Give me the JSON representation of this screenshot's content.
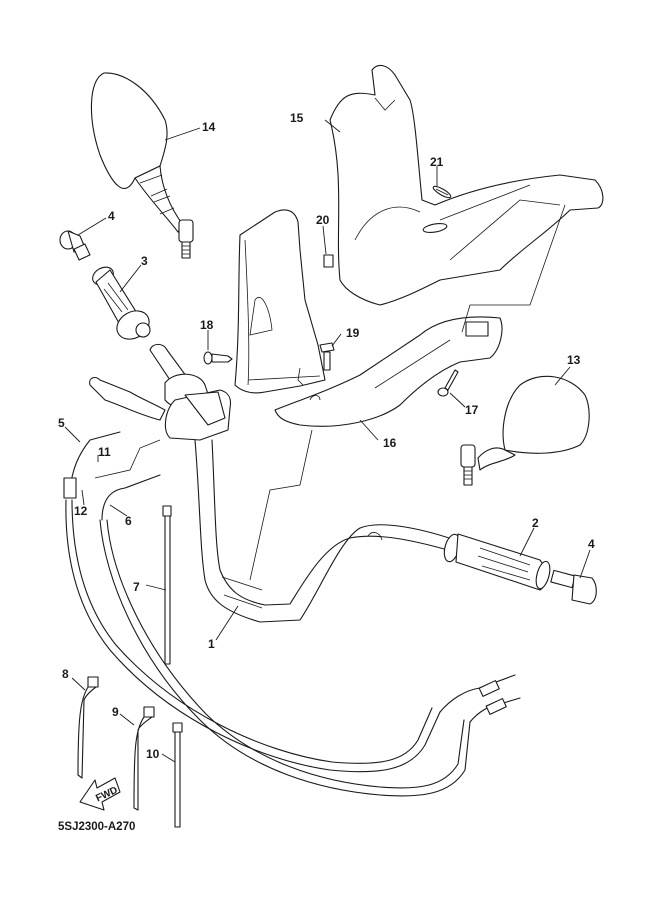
{
  "diagram": {
    "type": "exploded-parts-diagram",
    "subject": "Steering handle and cable",
    "figure_code": "5SJ2300-A270",
    "direction_marker": "FWD",
    "line_color": "#1a1a1a",
    "background": "#ffffff",
    "callouts": [
      {
        "ref": "1",
        "part": "handlebar"
      },
      {
        "ref": "2",
        "part": "right-grip"
      },
      {
        "ref": "3",
        "part": "left-grip-throttle"
      },
      {
        "ref": "4",
        "part": "bar-end-weight"
      },
      {
        "ref": "4",
        "part": "bar-end-weight"
      },
      {
        "ref": "5",
        "part": "cable-1"
      },
      {
        "ref": "6",
        "part": "cable-2"
      },
      {
        "ref": "7",
        "part": "cable-band"
      },
      {
        "ref": "8",
        "part": "cable-band"
      },
      {
        "ref": "9",
        "part": "cable-band"
      },
      {
        "ref": "10",
        "part": "cable-band"
      },
      {
        "ref": "11",
        "part": "holder"
      },
      {
        "ref": "12",
        "part": "screw"
      },
      {
        "ref": "13",
        "part": "right-mirror"
      },
      {
        "ref": "14",
        "part": "left-mirror"
      },
      {
        "ref": "15",
        "part": "handle-cover-upper"
      },
      {
        "ref": "16",
        "part": "handle-cover-lower"
      },
      {
        "ref": "17",
        "part": "screw"
      },
      {
        "ref": "18",
        "part": "screw"
      },
      {
        "ref": "19",
        "part": "bolt"
      },
      {
        "ref": "20",
        "part": "nut"
      },
      {
        "ref": "21",
        "part": "emblem"
      }
    ]
  }
}
